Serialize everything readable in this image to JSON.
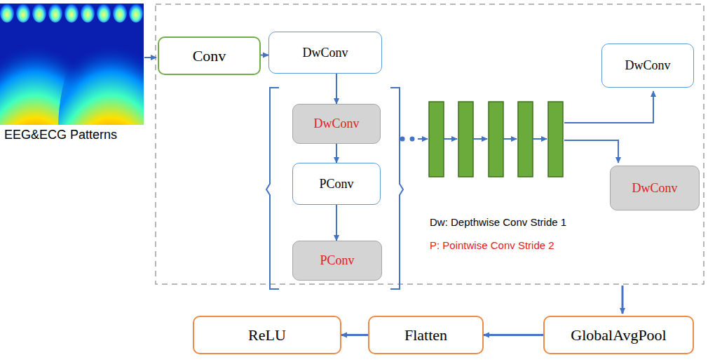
{
  "diagram": {
    "nodes": [
      {
        "text": [
          "Conv"
        ]
      },
      {
        "text": [
          "DwConv"
        ]
      },
      {
        "text": [
          "DwConv"
        ]
      },
      {
        "text": [
          "PConv"
        ]
      },
      {
        "text": [
          "PConv"
        ]
      },
      {
        "text": [
          "DwConv"
        ]
      },
      {
        "text": [
          "DwConv"
        ]
      },
      {
        "text": [
          "GlobalAvgPool"
        ]
      },
      {
        "text": [
          "Flatten"
        ]
      },
      {
        "text": [
          "ReLU"
        ]
      }
    ],
    "edges": [
      {
        "from": 0,
        "to": 1,
        "arrow": "to"
      },
      {
        "from": 1,
        "to": 2,
        "arrow": "to"
      },
      {
        "from": 2,
        "to": 3,
        "arrow": "to"
      },
      {
        "from": 3,
        "to": 4,
        "arrow": "to"
      },
      {
        "from": 7,
        "to": 8,
        "arrow": "to"
      },
      {
        "from": 8,
        "to": 9,
        "arrow": "to"
      }
    ],
    "labels": [
      "EEG&ECG Patterns",
      "Dw: Depthwise Conv Stride 1",
      "P: Pointwise Conv Stride 2"
    ]
  }
}
